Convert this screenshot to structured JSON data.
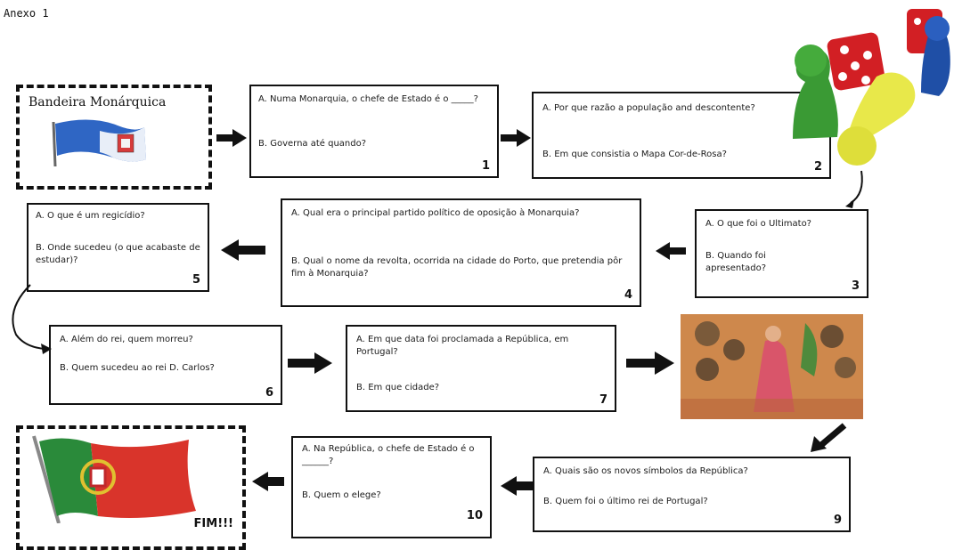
{
  "annex_label": "Anexo 1",
  "start_box": {
    "title": "Bandeira Monárquica"
  },
  "boxes": [
    {
      "number": "1",
      "a": "A. Numa Monarquia, o chefe de Estado é o _____?",
      "b": "B. Governa até quando?"
    },
    {
      "number": "2",
      "a": "A. Por que razão a população and descontente?",
      "b": "B. Em que consistia o Mapa Cor-de-Rosa?"
    },
    {
      "number": "3",
      "a": "A. O que foi o Ultimato?",
      "b": "B. Quando foi apresentado?"
    },
    {
      "number": "4",
      "a": "A. Qual era o principal partido político de oposição à Monarquia?",
      "b": "B. Qual o nome da revolta, ocorrida na cidade do Porto, que pretendia pôr fim à Monarquia?"
    },
    {
      "number": "5",
      "a": "A. O que é um regicídio?",
      "b": "B. Onde sucedeu (o que acabaste de estudar)?"
    },
    {
      "number": "6",
      "a": "A. Além do rei, quem morreu?",
      "b": "B. Quem sucedeu ao rei D. Carlos?"
    },
    {
      "number": "7",
      "a": "A. Em que data foi proclamada a República, em Portugal?",
      "b": "B. Em que cidade?"
    },
    {
      "number": "9",
      "a": "A. Quais são os novos símbolos da República?",
      "b": "B. Quem foi o último rei de Portugal?"
    },
    {
      "number": "10",
      "a": "A. Na República, o chefe de Estado é o ______?",
      "b": "B. Quem o elege?"
    }
  ],
  "end_box": {
    "label": "FIM!!!"
  }
}
